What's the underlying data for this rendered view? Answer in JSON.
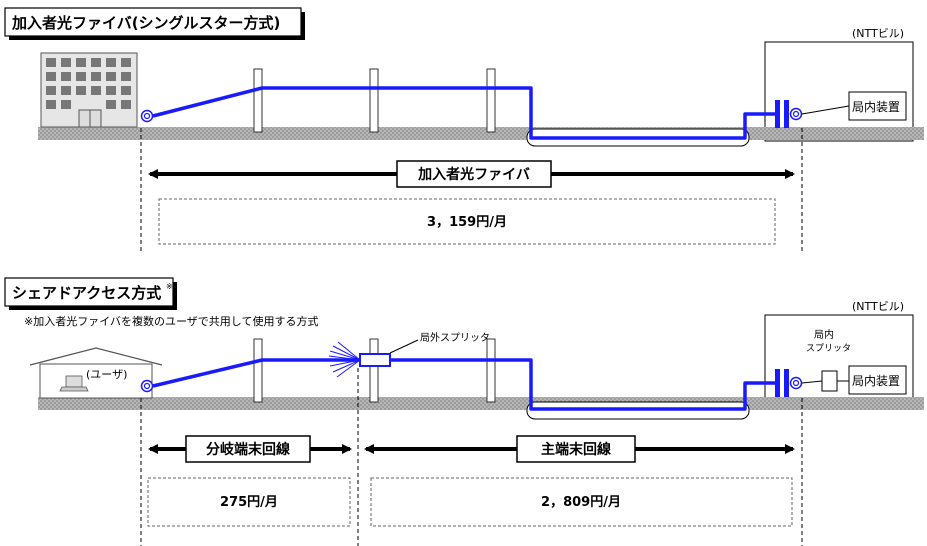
{
  "section1": {
    "title": "加入者光ファイバ(シングルスター方式)",
    "ntt_label": "(NTTビル)",
    "equipment_label": "局内装置",
    "fiber_label": "加入者光ファイバ",
    "price": "3，159円/月"
  },
  "section2": {
    "title": "シェアドアクセス方式",
    "title_mark": "※",
    "note": "※加入者光ファイバを複数のユーザで共用して使用する方式",
    "ntt_label": "(NTTビル)",
    "user_label": "(ユーザ)",
    "outside_splitter_label": "局外スプリッタ",
    "inside_splitter_label_1": "局内",
    "inside_splitter_label_2": "スプリッタ",
    "equipment_label": "局内装置",
    "branch_line_label": "分岐端末回線",
    "main_line_label": "主端末回線",
    "branch_price": "275円/月",
    "main_price": "2，809円/月"
  },
  "colors": {
    "fiber": "#1a1aff",
    "ground": "#a9a9a9",
    "outline": "#000000"
  }
}
